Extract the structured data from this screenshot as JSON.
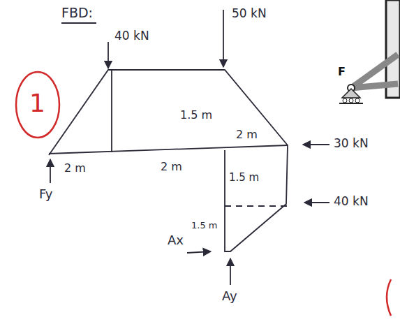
{
  "diagram": {
    "title": "FBD:",
    "labels": [
      "1",
      "40 kN",
      "50 kN",
      "1.5 m",
      "2 m",
      "30 kN",
      "2 m",
      "2 m",
      "1.5 m",
      "40 kN",
      "1.5 m",
      "Fy",
      "Ax",
      "Ay",
      "F"
    ]
  }
}
